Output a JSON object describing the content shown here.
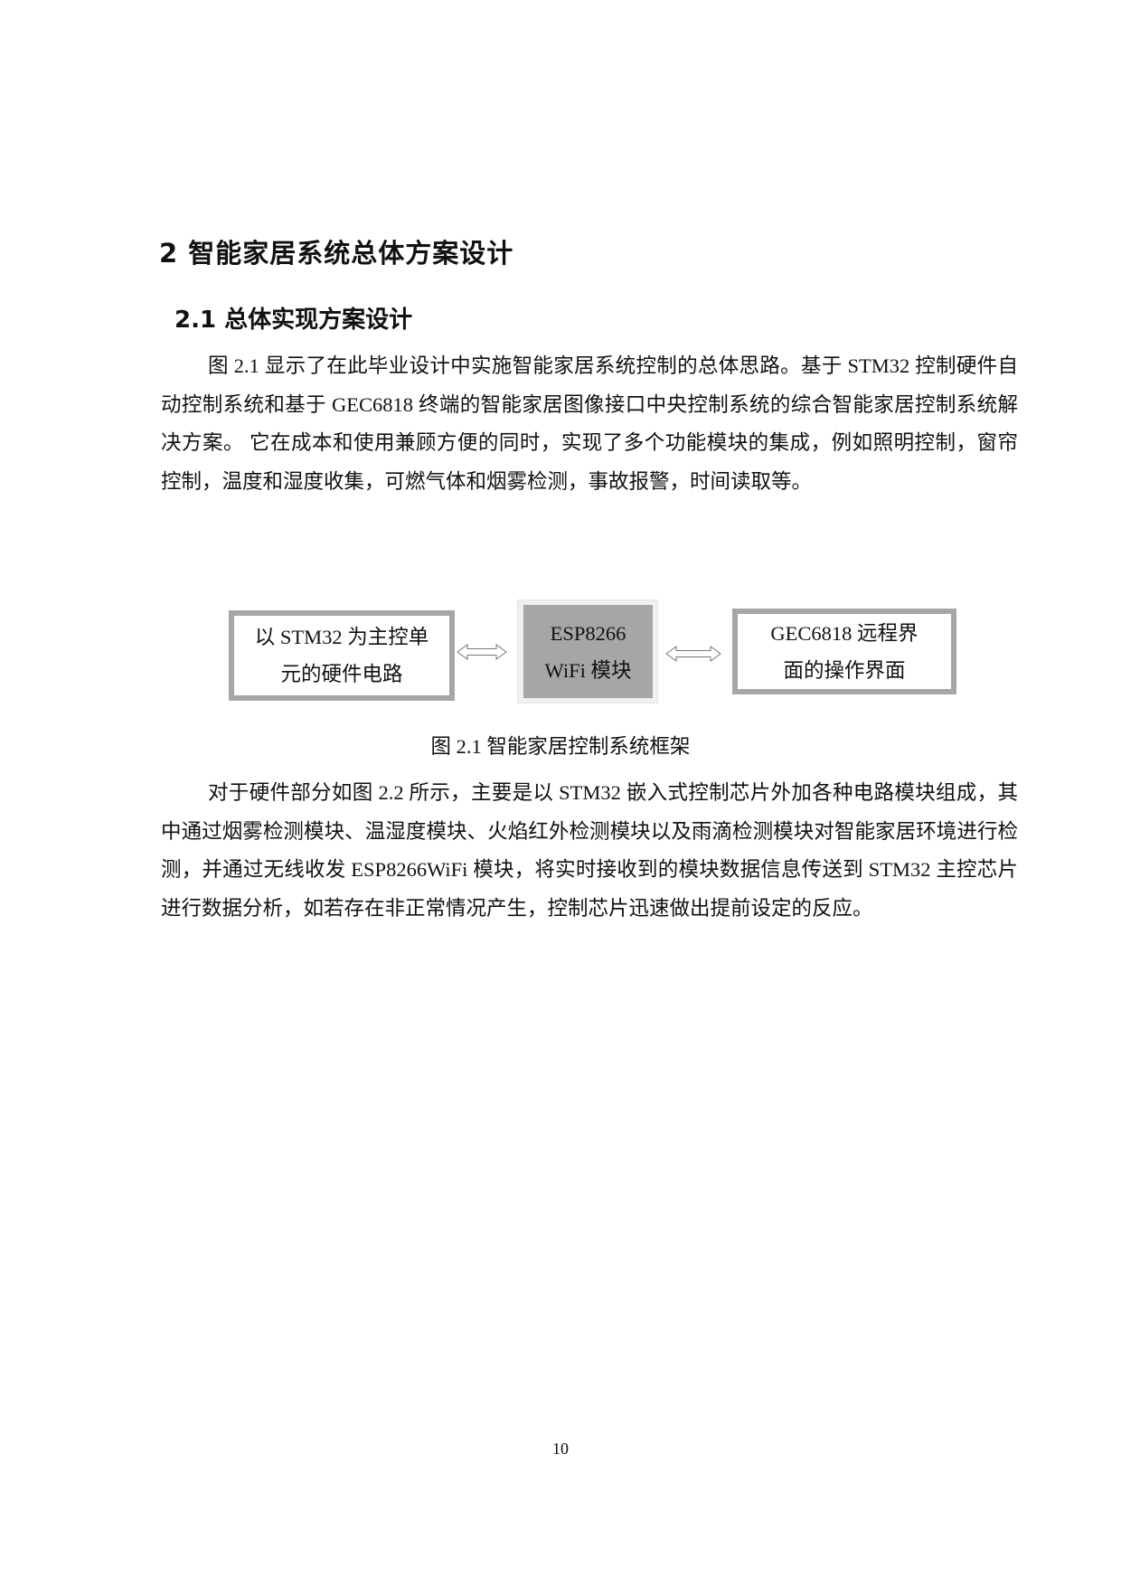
{
  "heading1": "2 智能家居系统总体方案设计",
  "heading2": "2.1 总体实现方案设计",
  "paragraphs": [
    "图 2.1 显示了在此毕业设计中实施智能家居系统控制的总体思路。基于 STM32 控制硬件自动控制系统和基于 GEC6818 终端的智能家居图像接口中央控制系统的综合智能家居控制系统解决方案。 它在成本和使用兼顾方便的同时，实现了多个功能模块的集成，例如照明控制，窗帘控制，温度和湿度收集，可燃气体和烟雾检测，事故报警，时间读取等。",
    "对于硬件部分如图 2.2 所示，主要是以 STM32 嵌入式控制芯片外加各种电路模块组成，其中通过烟雾检测模块、温湿度模块、火焰红外检测模块以及雨滴检测模块对智能家居环境进行检测，并通过无线收发 ESP8266WiFi 模块，将实时接收到的模块数据信息传送到 STM32 主控芯片进行数据分析，如若存在非正常情况产生，控制芯片迅速做出提前设定的反应。"
  ],
  "figure": {
    "left_box": {
      "line1": "以 STM32 为主控单",
      "line2": "元的硬件电路"
    },
    "middle_box": {
      "line1": "ESP8266",
      "line2": "WiFi 模块"
    },
    "right_box": {
      "line1": "GEC6818 远程界",
      "line2": "面的操作界面"
    },
    "arrows": [
      "double-arrow-icon",
      "double-arrow-icon"
    ],
    "colors": {
      "border": "#a6a6a6",
      "middle_fill": "#a6a6a6"
    },
    "caption": "图 2.1 智能家居控制系统框架"
  },
  "page_number": "10"
}
